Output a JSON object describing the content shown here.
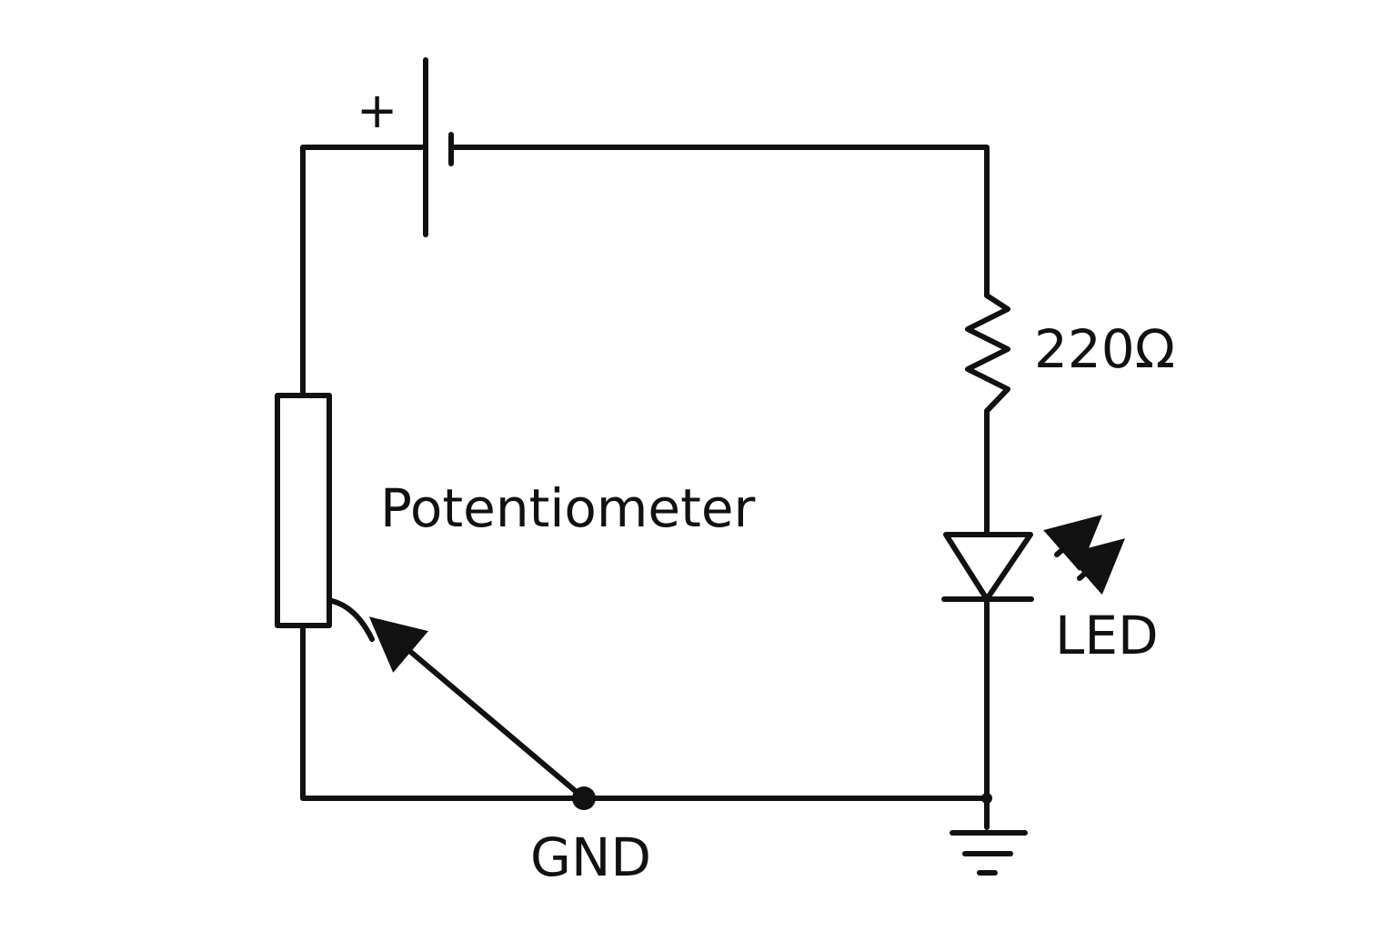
{
  "colors": {
    "line": "#111111",
    "background": "#ffffff"
  },
  "labels": {
    "battery_plus": "+",
    "resistor_value": "220Ω",
    "potentiometer": "Potentiometer",
    "led": "LED",
    "gnd": "GND"
  },
  "icons": {
    "battery": "battery-cell-icon",
    "resistor": "resistor-zigzag-icon",
    "potentiometer": "potentiometer-icon",
    "led": "led-diode-icon",
    "ground": "ground-icon"
  }
}
